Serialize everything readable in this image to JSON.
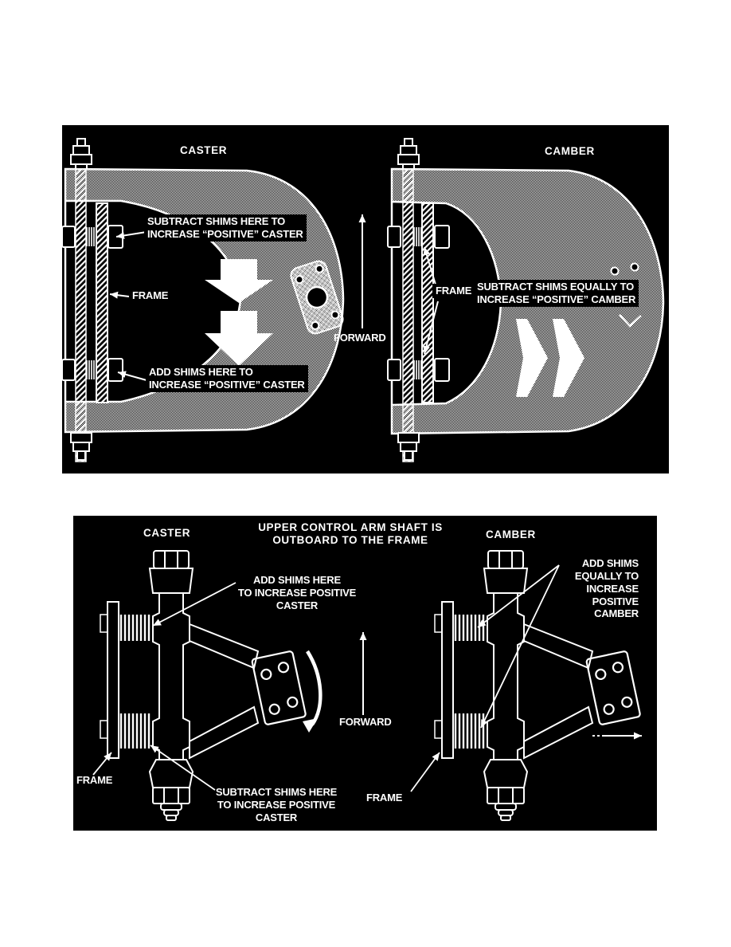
{
  "colors": {
    "page_bg": "#ffffff",
    "panel_bg": "#000000",
    "ink": "#ffffff"
  },
  "top_figure": {
    "caster": {
      "title": "CASTER",
      "subtract_shims_label": "SUBTRACT SHIMS HERE TO\nINCREASE “POSITIVE” CASTER",
      "frame_label": "FRAME",
      "add_shims_label": "ADD SHIMS HERE TO\nINCREASE “POSITIVE” CASTER"
    },
    "forward_label": "FORWARD",
    "camber": {
      "title": "CAMBER",
      "frame_label": "FRAME",
      "subtract_shims_label": "SUBTRACT SHIMS EQUALLY TO\nINCREASE “POSITIVE” CAMBER"
    }
  },
  "bottom_figure": {
    "title": "UPPER CONTROL ARM SHAFT IS\nOUTBOARD TO THE FRAME",
    "caster": {
      "title": "CASTER",
      "add_shims_label": "ADD SHIMS HERE\nTO INCREASE POSITIVE\nCASTER",
      "frame_label": "FRAME",
      "subtract_shims_label": "SUBTRACT SHIMS HERE\nTO INCREASE POSITIVE\nCASTER"
    },
    "forward_label": "FORWARD",
    "camber": {
      "title": "CAMBER",
      "add_shims_label": "ADD SHIMS\nEQUALLY TO\nINCREASE\nPOSITIVE\nCAMBER",
      "frame_label": "FRAME"
    }
  },
  "icons": {
    "forward_up_arrow": "↑",
    "caster_shift_down_arrows": "▼▼",
    "camber_shift_right_arrows": "▶▶",
    "lateral_shift_right_arrow": "→",
    "caster_rotation_arrow": "⤵",
    "leader_arrow": "➔"
  }
}
